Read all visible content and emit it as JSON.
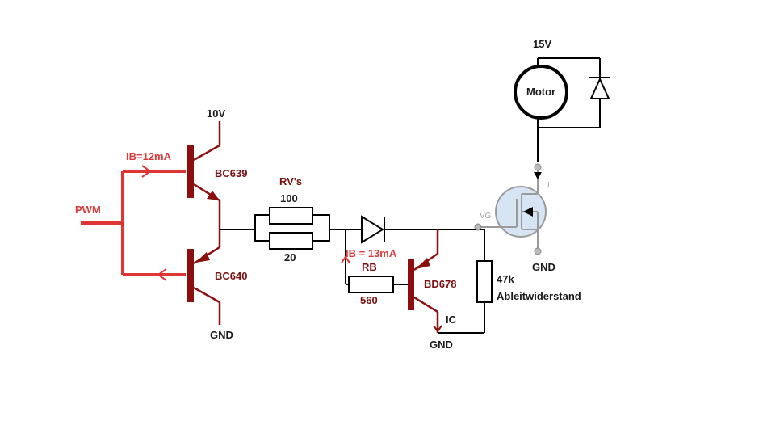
{
  "labels": {
    "pwm": "PWM",
    "ib_top": "IB=12mA",
    "v10": "10V",
    "bc639": "BC639",
    "bc640": "BC640",
    "gnd_left": "GND",
    "rvs": "RV's",
    "r100": "100",
    "r20": "20",
    "ib_mid": "IB = 13mA",
    "rb": "RB",
    "r560": "560",
    "bd678": "BD678",
    "ic": "IC",
    "gnd_mid": "GND",
    "r47k": "47k",
    "ableit": "Ableitwiderstand",
    "v15": "15V",
    "motor": "Motor",
    "vg": "VG",
    "i": "I",
    "gnd_right": "GND"
  },
  "colors": {
    "wire": "#000000",
    "pwm_wire": "#e03535",
    "transistor": "#8b0f0f",
    "mosfet_fill": "#d6e4f4",
    "mosfet_wire": "#9a9a9a"
  }
}
